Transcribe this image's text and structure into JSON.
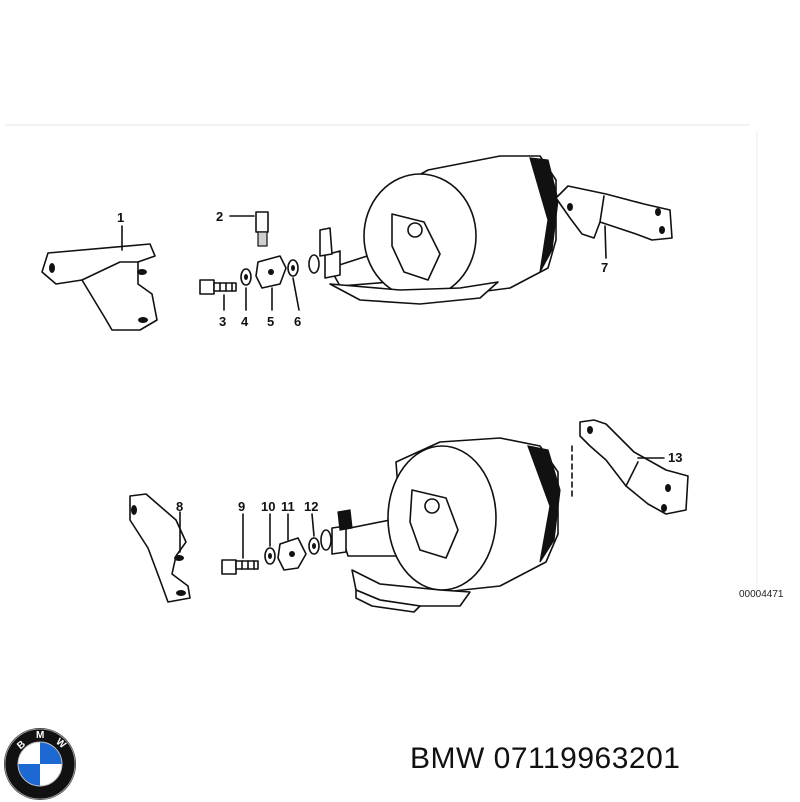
{
  "diagram": {
    "reference_number": "00004471",
    "labels": [
      "1",
      "2",
      "3",
      "4",
      "5",
      "6",
      "7",
      "8",
      "9",
      "10",
      "11",
      "12",
      "13"
    ]
  },
  "footer": {
    "brand": "BMW",
    "part_number": "07119963201"
  },
  "logo": {
    "letters": [
      "B",
      "M",
      "W"
    ],
    "colors": {
      "blue": "#1c69d4",
      "white": "#ffffff",
      "ring": "#111111"
    }
  }
}
